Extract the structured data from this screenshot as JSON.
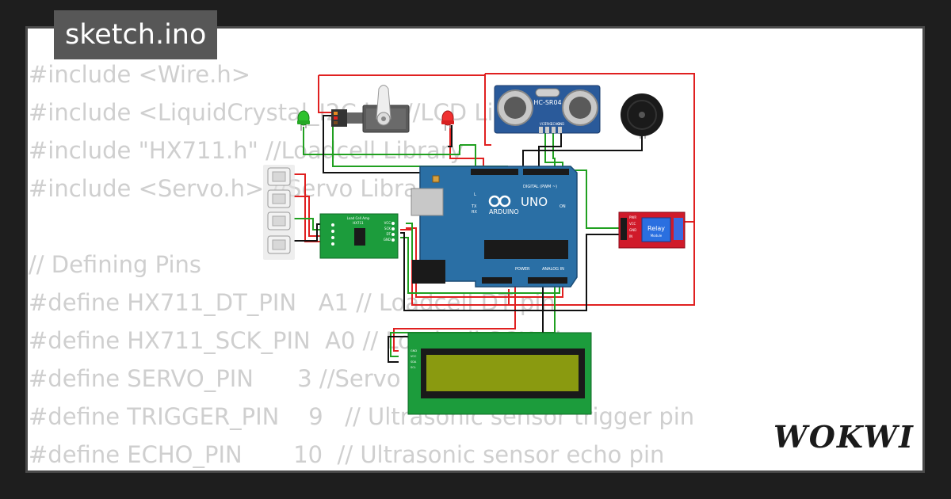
{
  "file": {
    "title": "sketch.ino"
  },
  "code_lines": [
    "#include <Wire.h>",
    "#include <LiquidCrystal_I2C.h> //LCD Library",
    "#include \"HX711.h\" //Loadcell Library",
    "#include <Servo.h> //Servo Library",
    "",
    "// Defining Pins",
    "#define HX711_DT_PIN   A1 // Loadcell DT pin",
    "#define HX711_SCK_PIN  A0 // Loadcell SCK pin",
    "#define SERVO_PIN      3 //Servo pin",
    "#define TRIGGER_PIN    9   // Ultrasonic sensor trigger pin",
    "#define ECHO_PIN       10  // Ultrasonic sensor echo pin"
  ],
  "board": {
    "logo": "UNO",
    "brand": "ARDUINO",
    "digital_label": "DIGITAL (PWM ~)",
    "power_label": "POWER",
    "analog_label": "ANALOG IN",
    "on_label": "ON",
    "tx_label": "TX",
    "rx_label": "RX",
    "l_label": "L"
  },
  "ultrasonic": {
    "label": "HC-SR04",
    "pins": [
      "VCC",
      "TRIG",
      "ECHO",
      "GND"
    ]
  },
  "relay": {
    "label": "Relay",
    "sublabel": "Module",
    "pins": [
      "PWR",
      "VCC",
      "GND",
      "IN"
    ]
  },
  "hx711": {
    "label": "HX711",
    "sublabel": "Load Cell Amp",
    "pins": [
      "VCC",
      "SCK",
      "DT",
      "GND"
    ]
  },
  "lcd": {
    "pins": [
      "GND",
      "VCC",
      "SDA",
      "SCL"
    ]
  },
  "brand": {
    "name": "WOKWI"
  },
  "colors": {
    "wire_red": "#e02020",
    "wire_green": "#20a020",
    "wire_black": "#111111",
    "board_blue": "#2a6fa5",
    "pcb_green": "#1c9c3c",
    "relay_red": "#d01a2a",
    "lcd_screen": "#8a9a10"
  }
}
